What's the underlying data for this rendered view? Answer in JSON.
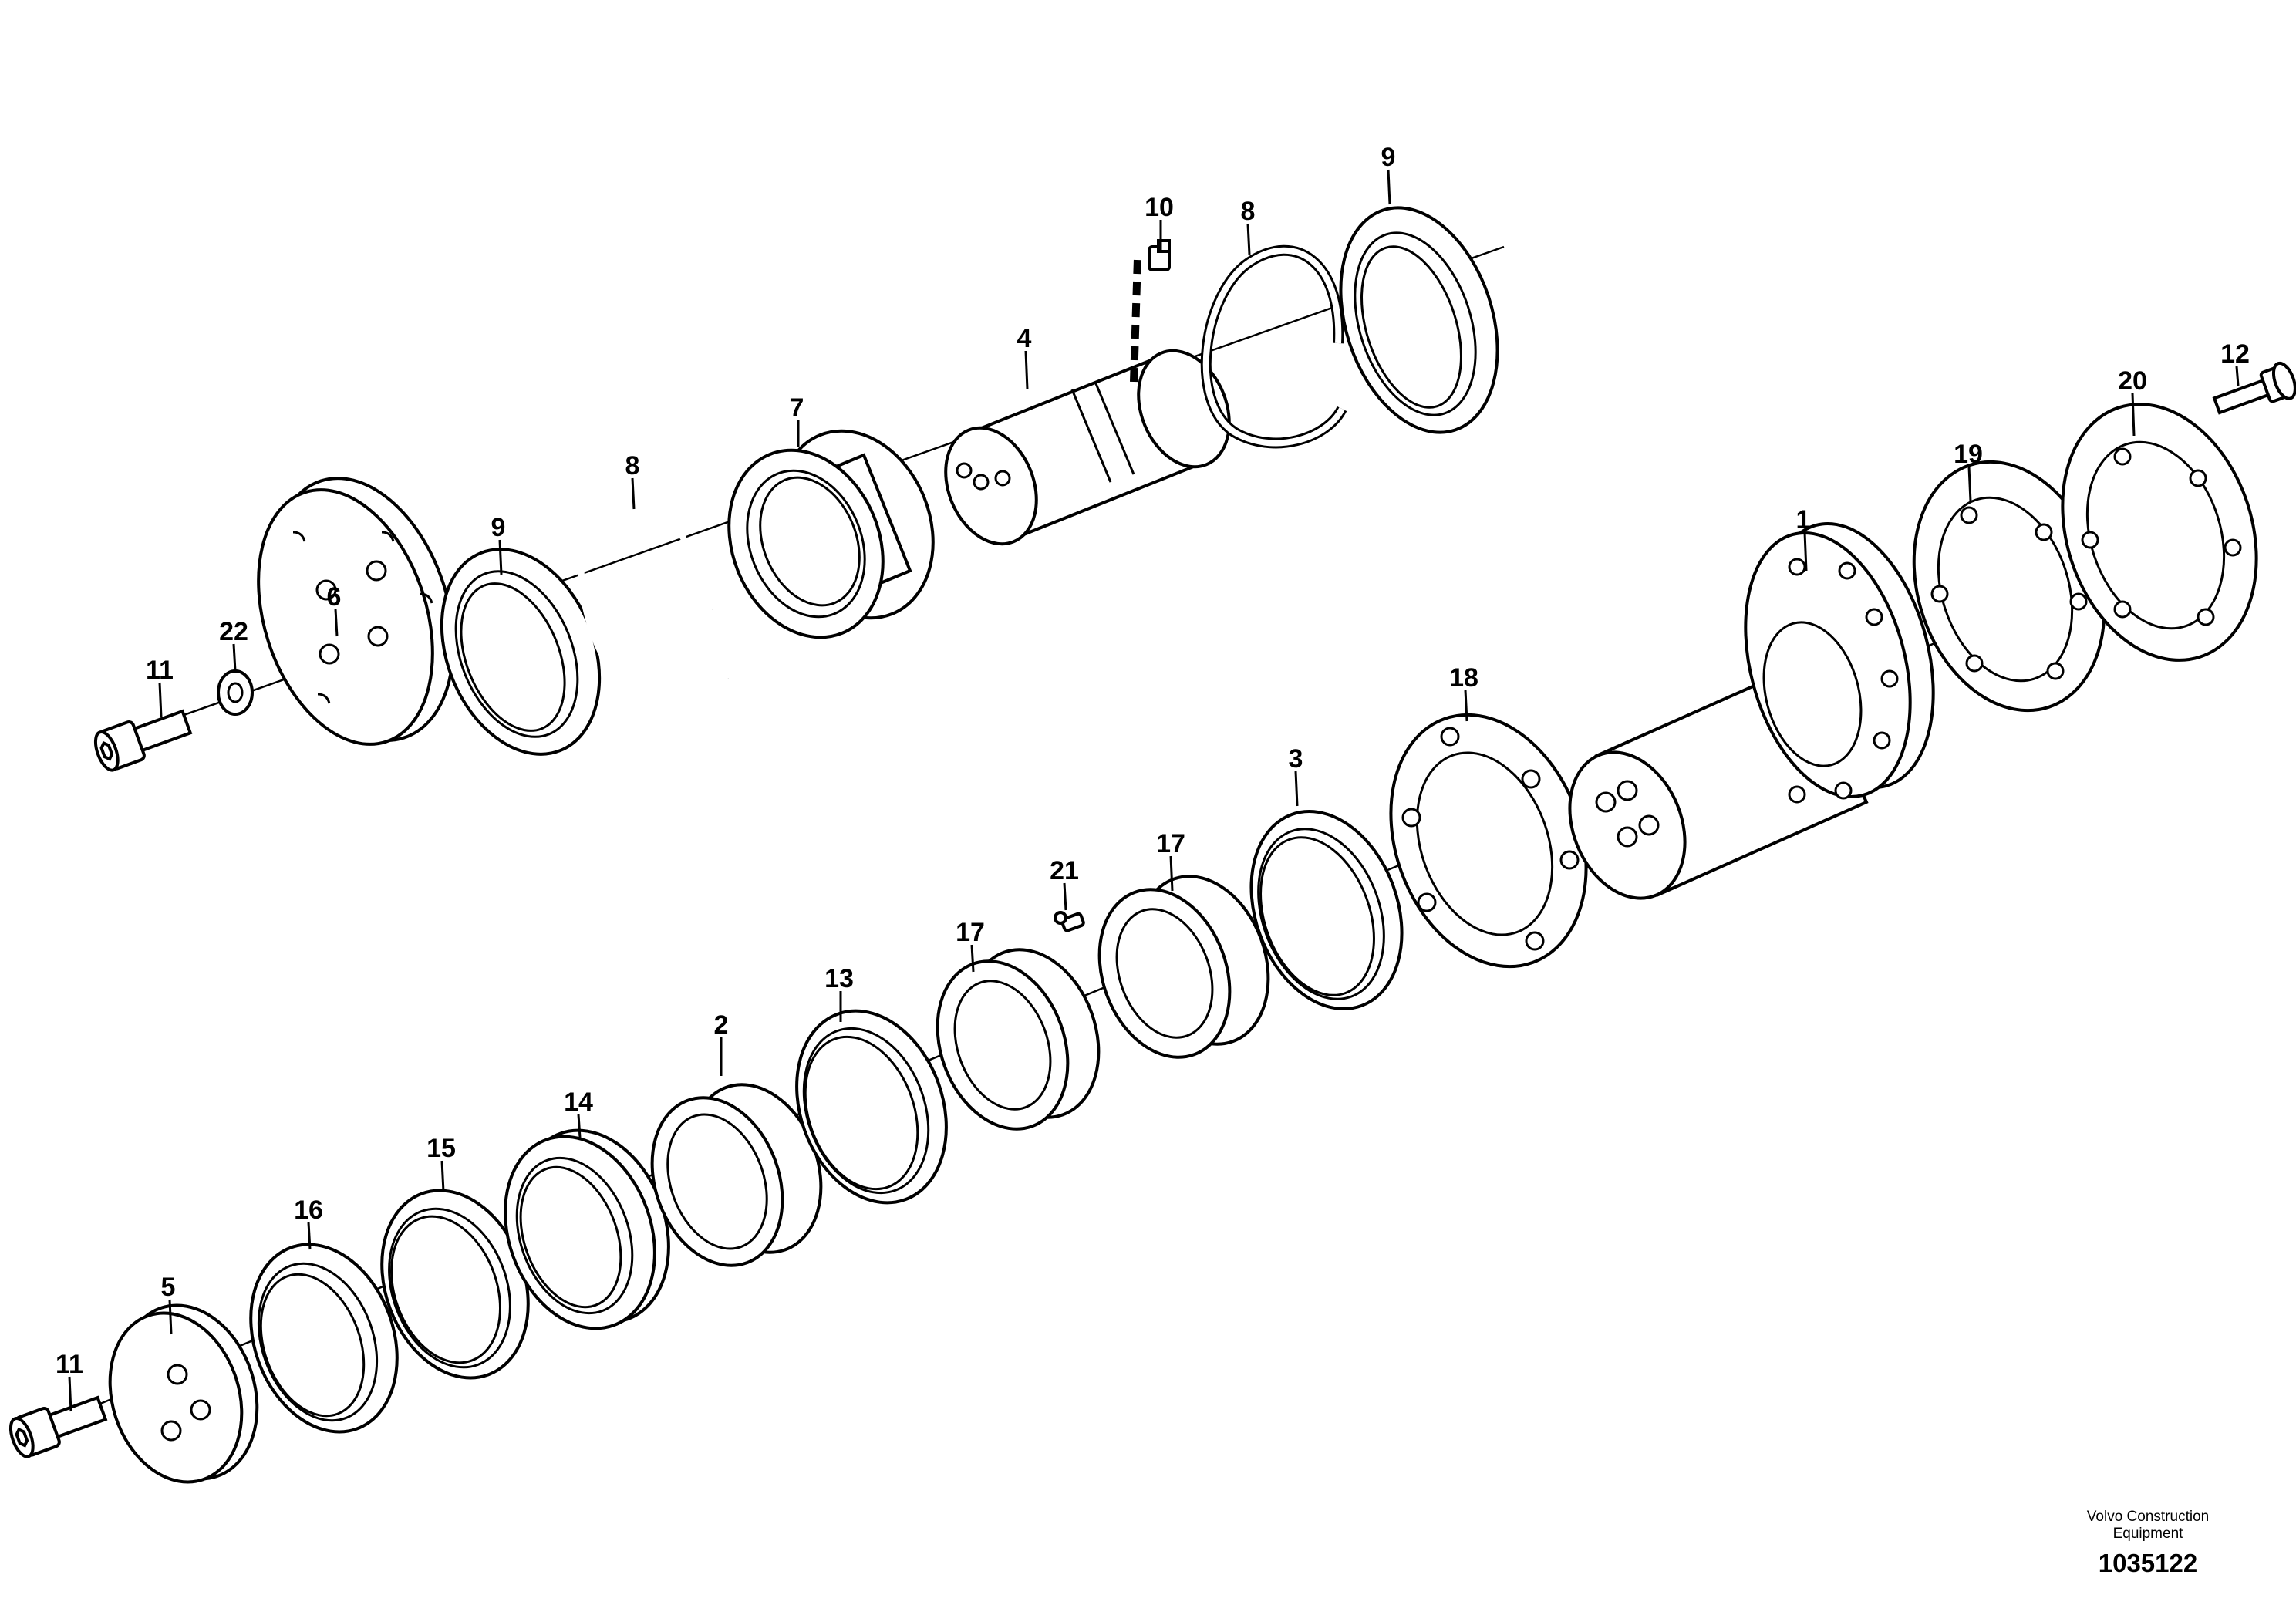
{
  "callouts": {
    "c1": "1",
    "c2": "2",
    "c3": "3",
    "c4": "4",
    "c5": "5",
    "c6": "6",
    "c7": "7",
    "c8a": "8",
    "c8b": "8",
    "c9a": "9",
    "c9b": "9",
    "c10": "10",
    "c11a": "11",
    "c11b": "11",
    "c12": "12",
    "c13": "13",
    "c14": "14",
    "c15": "15",
    "c16": "16",
    "c17a": "17",
    "c17b": "17",
    "c18": "18",
    "c19": "19",
    "c20": "20",
    "c21": "21",
    "c22": "22"
  },
  "footer": {
    "brand_line1": "Volvo Construction",
    "brand_line2": "Equipment",
    "reference": "1035122"
  }
}
